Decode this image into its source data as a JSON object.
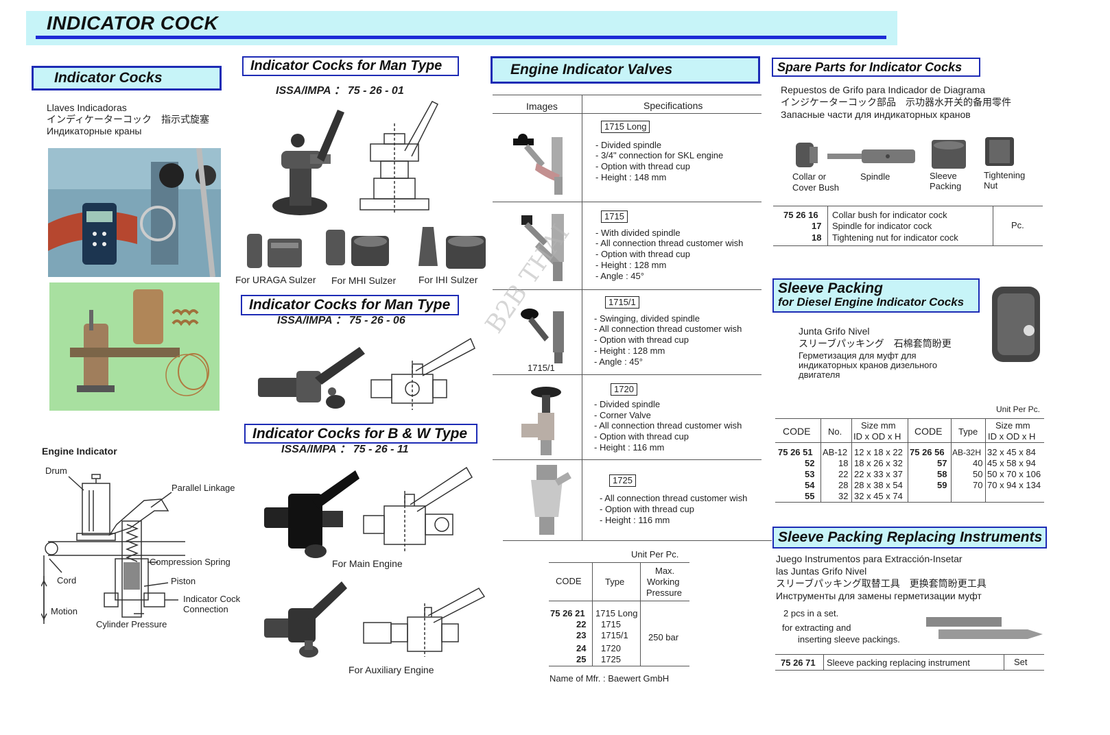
{
  "banner": {
    "title": "INDICATOR COCK"
  },
  "col1": {
    "heading": "Indicator Cocks",
    "names": [
      "Llaves Indicadoras",
      "インディケーターコック　指示式旋塞",
      "Индикаторные краны"
    ],
    "diagram": {
      "title": "Engine Indicator",
      "labels": {
        "drum": "Drum",
        "linkage": "Parallel Linkage",
        "spring": "Compression Spring",
        "cord": "Cord",
        "piston": "Piston",
        "connection1": "Indicator Cock",
        "connection2": "Connection",
        "motion": "Motion",
        "pressure": "Cylinder Pressure"
      }
    }
  },
  "col2": {
    "sec1": {
      "heading": "Indicator Cocks for Man Type",
      "impa": "ISSA/IMPA ：  75 - 26 - 01"
    },
    "parts_captions": [
      "For URAGA Sulzer",
      "For MHI Sulzer",
      "For IHI Sulzer"
    ],
    "sec2": {
      "heading": "Indicator Cocks for Man Type",
      "impa": "ISSA/IMPA ：  75 - 26 - 06"
    },
    "sec3": {
      "heading": "Indicator Cocks for B & W Type",
      "impa": "ISSA/IMPA ：  75 - 26 - 11",
      "main_caption": "For Main Engine",
      "aux_caption": "For Auxiliary Engine"
    }
  },
  "col3": {
    "heading": "Engine Indicator Valves",
    "col_images": "Images",
    "col_specs": "Specifications",
    "image_caption_3": "1715/1",
    "valves": [
      {
        "code": "1715 Long",
        "specs": [
          "- Divided spindle",
          "- 3/4\" connection for SKL engine",
          "- Option with thread cup",
          "- Height : 148 mm"
        ]
      },
      {
        "code": "1715",
        "specs": [
          "- With divided spindle",
          "- All connection thread customer wish",
          "- Option with thread cup",
          "- Height : 128 mm",
          "- Angle : 45°"
        ]
      },
      {
        "code": "1715/1",
        "specs": [
          "- Swinging, divided spindle",
          "- All connection thread customer wish",
          "- Option with thread cup",
          "- Height : 128 mm",
          "- Angle : 45°"
        ]
      },
      {
        "code": "1720",
        "specs": [
          "- Divided spindle",
          "- Corner Valve",
          "- All connection thread customer wish",
          "- Option with thread cup",
          "- Height : 116 mm"
        ]
      },
      {
        "code": "1725",
        "specs": [
          "- All connection thread customer wish",
          "- Option with thread cup",
          "- Height : 116 mm"
        ]
      }
    ],
    "unit": "Unit Per Pc.",
    "table": {
      "h_code": "CODE",
      "h_type": "Type",
      "h_press": [
        "Max.",
        "Working",
        "Pressure"
      ],
      "codes": [
        "75 26 21",
        "22",
        "23",
        "24",
        "25"
      ],
      "types": [
        "1715 Long",
        "1715",
        "1715/1",
        "1720",
        "1725"
      ],
      "pressure": "250 bar"
    },
    "mfr": "Name of Mfr. : Baewert GmbH"
  },
  "col4": {
    "spare": {
      "heading": "Spare Parts for Indicator Cocks",
      "names": [
        "Repuestos de Grifo para Indicador de Diagrama",
        "インジケーターコック部品　示功器水开关的备用零件",
        "Запасные части для индикаторных кранов"
      ],
      "parts": [
        "Collar or\nCover Bush",
        "Spindle",
        "Sleeve\nPacking",
        "Tightening\nNut"
      ],
      "rows": [
        {
          "code": "75 26 16",
          "desc": "Collar bush for indicator cock"
        },
        {
          "code": "17",
          "desc": "Spindle for indicator cock"
        },
        {
          "code": "18",
          "desc": "Tightening nut for indicator cock"
        }
      ],
      "unit": "Pc."
    },
    "sleeve": {
      "heading1": "Sleeve Packing",
      "heading2": "for Diesel Engine Indicator Cocks",
      "names": [
        "Junta Grifo Nivel",
        "スリーブパッキング　石棉套筒盼更",
        "Герметизация для муфт для",
        "индикаторных кранов дизельного",
        "двигателя"
      ],
      "unit": "Unit Per Pc.",
      "headers": {
        "code": "CODE",
        "no": "No.",
        "size1": "Size mm",
        "size2": "ID x OD x H",
        "type": "Type"
      },
      "left_codes": [
        "75 26 51",
        "52",
        "53",
        "54",
        "55"
      ],
      "left_no": [
        "AB-12",
        "18",
        "22",
        "28",
        "32"
      ],
      "left_size": [
        "12 x 18 x 22",
        "18 x 26 x 32",
        "22 x 33 x 37",
        "28 x 38 x 54",
        "32 x 45 x 74"
      ],
      "right_codes": [
        "75 26 56",
        "57",
        "58",
        "59"
      ],
      "right_type": [
        "AB-32H",
        "40",
        "50",
        "70"
      ],
      "right_size": [
        "32 x 45 x 84",
        "45 x 58 x 94",
        "50 x 70 x 106",
        "70 x 94 x 134"
      ]
    },
    "replace": {
      "heading": "Sleeve Packing Replacing Instruments",
      "names": [
        "Juego Instrumentos para Extracción-Insetar",
        "las Juntas Grifo Nivel",
        "スリーブパッキング取替工具　更换套筒盼更工具",
        "Инструменты для замены герметизации муфт"
      ],
      "note1": "2 pcs in a set.",
      "note2": "for  extracting and",
      "note3": "inserting sleeve packings.",
      "code": "75 26 71",
      "desc": "Sleeve packing replacing instrument",
      "unit": "Set"
    }
  },
  "watermark": "B2B THAI"
}
